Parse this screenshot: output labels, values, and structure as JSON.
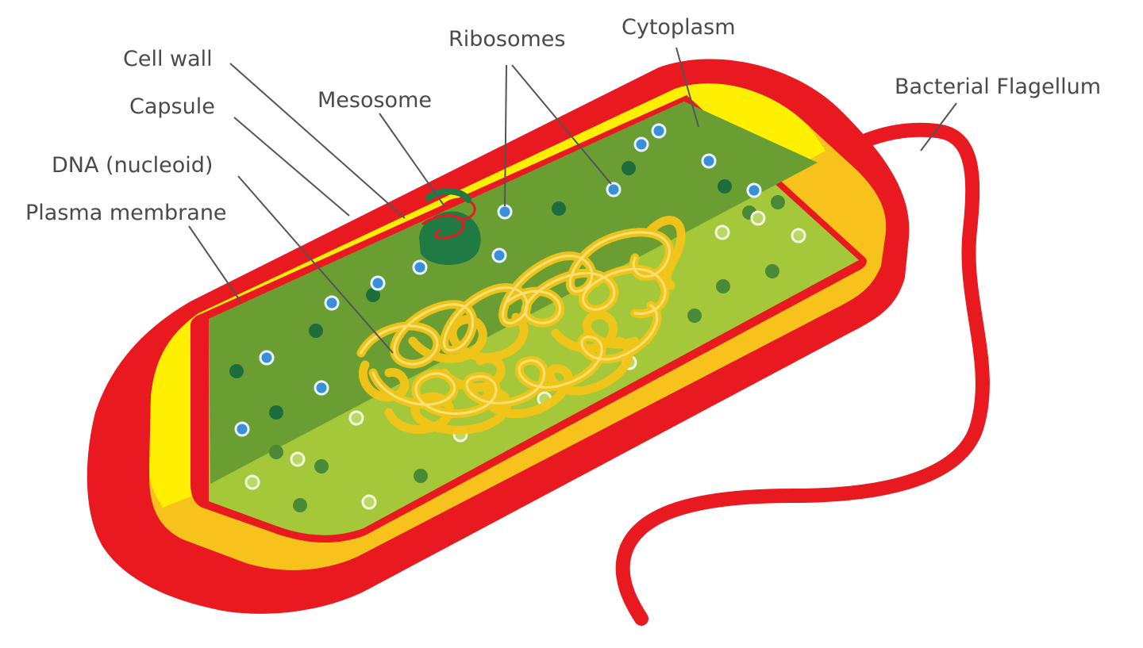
{
  "labels": {
    "cell_wall": "Cell wall",
    "capsule": "Capsule",
    "dna": "DNA (nucleoid)",
    "plasma_membrane": "Plasma membrane",
    "mesosome": "Mesosome",
    "ribosomes": "Ribosomes",
    "cytoplasm": "Cytoplasm",
    "flagellum": "Bacterial Flagellum"
  },
  "colors": {
    "capsule": "#e8191f",
    "cell_wall_light": "#ffef00",
    "cell_wall_dark": "#f7c21b",
    "membrane": "#e8191f",
    "cytoplasm_dark": "#6b9e32",
    "cytoplasm_light": "#a4c83a",
    "nucleoid": "#f5c518",
    "mesosome": "#1f7a44",
    "ribosome": "#3a8fd6",
    "granule": "#1d6e3a"
  }
}
